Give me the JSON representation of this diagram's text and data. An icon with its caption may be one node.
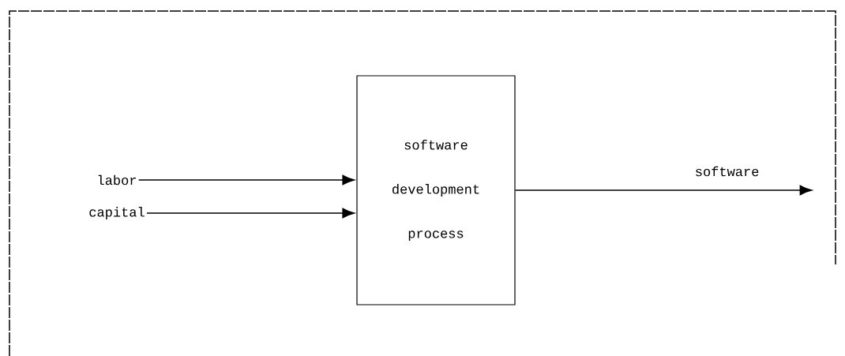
{
  "diagram": {
    "nodes": [
      {
        "text": [
          "labor"
        ]
      },
      {
        "text": [
          "capital"
        ]
      },
      {
        "text": [
          "software development process"
        ]
      }
    ],
    "edges": [
      {
        "from": 0,
        "to": 2,
        "arrow": "to"
      },
      {
        "from": 1,
        "to": 2,
        "arrow": "to"
      },
      {
        "from": 2,
        "to": null,
        "arrow": "to",
        "label": "software"
      }
    ]
  }
}
